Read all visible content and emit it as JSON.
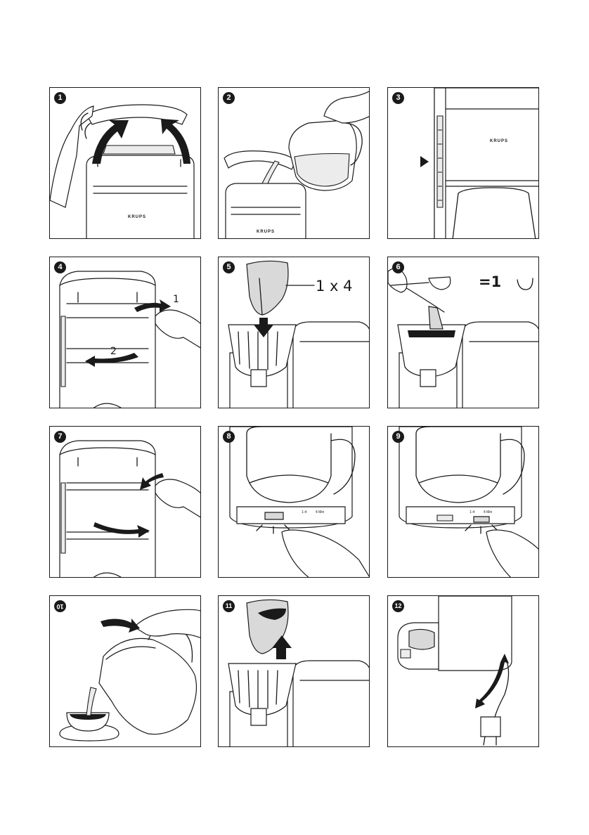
{
  "panels": [
    {
      "number": "1"
    },
    {
      "number": "2"
    },
    {
      "number": "3"
    },
    {
      "number": "4"
    },
    {
      "number": "5"
    },
    {
      "number": "6"
    },
    {
      "number": "7"
    },
    {
      "number": "8"
    },
    {
      "number": "9"
    },
    {
      "number": "10"
    },
    {
      "number": "11"
    },
    {
      "number": "12"
    }
  ],
  "brand": "KRUPS",
  "filter_label": "1 x 4",
  "scoop_equation": "=1",
  "step4_arrow_labels": [
    "1",
    "2"
  ],
  "button_labels": {
    "left": "1-4",
    "right": "4 Min"
  }
}
